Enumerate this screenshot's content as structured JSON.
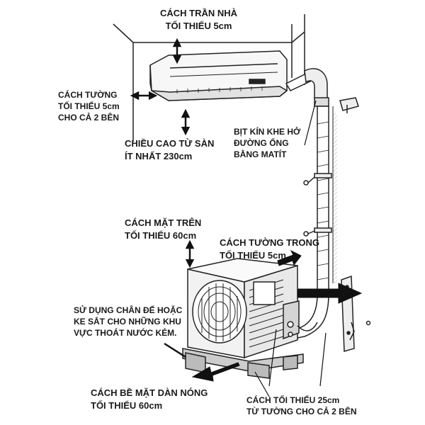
{
  "labels": {
    "ceiling_clearance": [
      "CÁCH TRẦN NHÀ",
      "TỐI THIỂU 5cm"
    ],
    "wall_clearance": [
      "CÁCH TƯỜNG",
      "TỐI THIỂU 5cm",
      "CHO CẢ 2 BÊN"
    ],
    "floor_height": [
      "CHIỀU CAO TỪ SÀN",
      "ÍT NHẤT 230cm"
    ],
    "seal_gap": [
      "BỊT KÍN KHE HỞ",
      "ĐƯỜNG ỐNG",
      "BẰNG MATÍT"
    ],
    "top_clearance": [
      "CÁCH MẶT TRÊN",
      "TỐI THIỂU 60cm"
    ],
    "inner_wall_clearance": [
      "CÁCH TƯỜNG TRONG",
      "TỐI THIỂU 5cm"
    ],
    "stand_advice": [
      "SỬ DỤNG CHÂN ĐẾ HOẶC",
      "KE SẮT CHO NHỮNG KHU",
      "VỰC THOÁT NƯỚC KÉM."
    ],
    "coil_clearance": [
      "CÁCH BỀ MẶT DÀN NÓNG",
      "TỐI THIỂU 60cm"
    ],
    "side_clearance": [
      "CÁCH TỐI THIỂU 25cm",
      "TỪ TƯỜNG CHO CẢ 2 BÊN"
    ]
  },
  "colors": {
    "ink": "#1a1a1a",
    "line": "#222222",
    "shade": "#d9d9d9",
    "light": "#f2f2f2"
  }
}
